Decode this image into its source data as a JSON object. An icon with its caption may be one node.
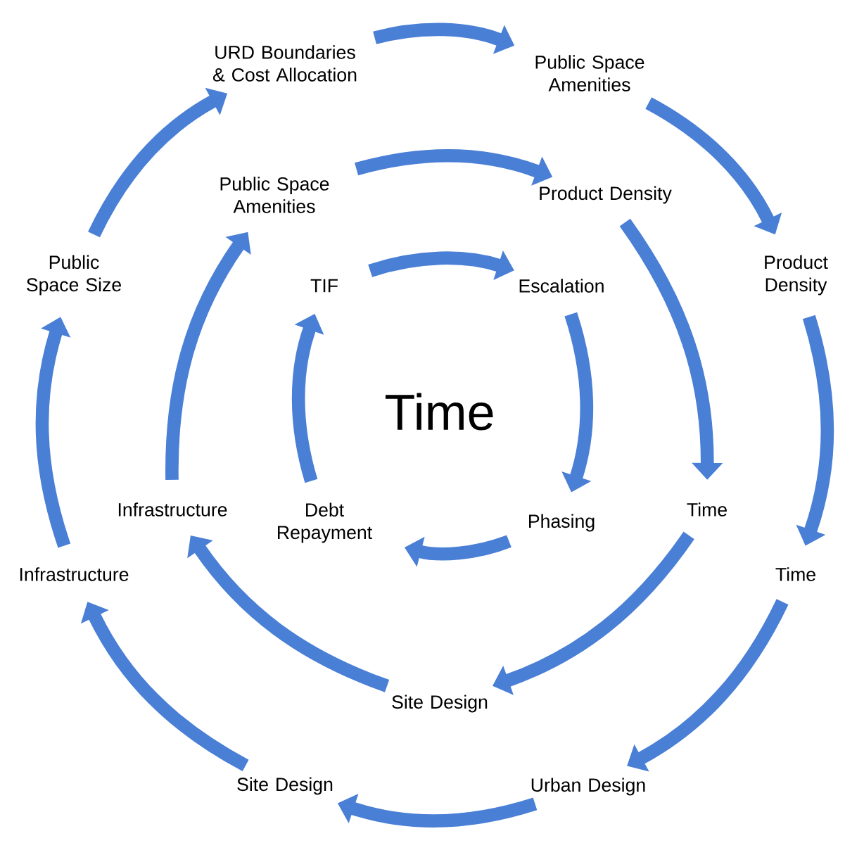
{
  "diagram": {
    "nodes": [
      {
        "text": [
          "URD Boundaries & Cost Allocation"
        ]
      },
      {
        "text": [
          "Public Space Amenities"
        ]
      },
      {
        "text": [
          "Product Density"
        ]
      },
      {
        "text": [
          "Time"
        ]
      },
      {
        "text": [
          "Urban Design"
        ]
      },
      {
        "text": [
          "Site Design"
        ]
      },
      {
        "text": [
          "Infrastructure"
        ]
      },
      {
        "text": [
          "Public Space Size"
        ]
      },
      {
        "text": [
          "Public Space Amenities"
        ]
      },
      {
        "text": [
          "Product Density"
        ]
      },
      {
        "text": [
          "Time"
        ]
      },
      {
        "text": [
          "Site Design"
        ]
      },
      {
        "text": [
          "Infrastructure"
        ]
      },
      {
        "text": [
          "TIF"
        ]
      },
      {
        "text": [
          "Escalation"
        ]
      },
      {
        "text": [
          "Phasing"
        ]
      },
      {
        "text": [
          "Debt Repayment"
        ]
      }
    ],
    "edges": [
      {
        "from": 0,
        "to": 1,
        "arrow": "to"
      },
      {
        "from": 1,
        "to": 2,
        "arrow": "to"
      },
      {
        "from": 2,
        "to": 3,
        "arrow": "to"
      },
      {
        "from": 3,
        "to": 4,
        "arrow": "to"
      },
      {
        "from": 4,
        "to": 5,
        "arrow": "to"
      },
      {
        "from": 5,
        "to": 6,
        "arrow": "to"
      },
      {
        "from": 6,
        "to": 7,
        "arrow": "to"
      },
      {
        "from": 7,
        "to": 0,
        "arrow": "to"
      },
      {
        "from": 8,
        "to": 9,
        "arrow": "to"
      },
      {
        "from": 9,
        "to": 10,
        "arrow": "to"
      },
      {
        "from": 10,
        "to": 11,
        "arrow": "to"
      },
      {
        "from": 11,
        "to": 12,
        "arrow": "to"
      },
      {
        "from": 12,
        "to": 8,
        "arrow": "to"
      },
      {
        "from": 13,
        "to": 14,
        "arrow": "to"
      },
      {
        "from": 14,
        "to": 15,
        "arrow": "to"
      },
      {
        "from": 15,
        "to": 16,
        "arrow": "to"
      },
      {
        "from": 16,
        "to": 13,
        "arrow": "to"
      }
    ],
    "labels": [
      "Time"
    ]
  }
}
